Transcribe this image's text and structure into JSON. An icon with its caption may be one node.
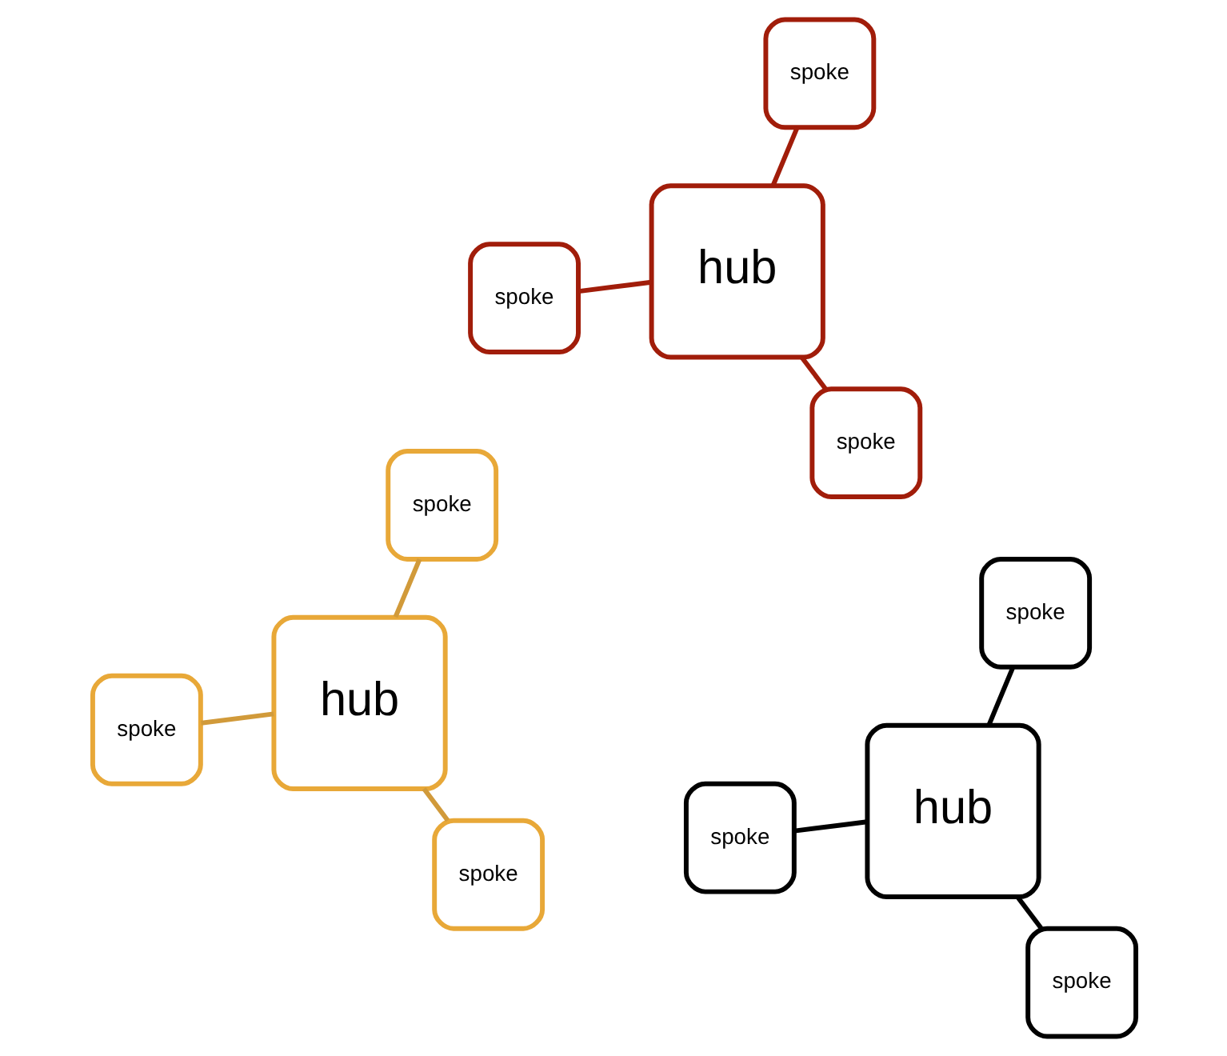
{
  "diagram": {
    "nodes": [
      {
        "text": [
          "spoke"
        ]
      },
      {
        "text": [
          "spoke"
        ]
      },
      {
        "text": [
          "hub"
        ]
      },
      {
        "text": [
          "spoke"
        ]
      },
      {
        "text": [
          "hub"
        ]
      },
      {
        "text": [
          "spoke"
        ]
      },
      {
        "text": [
          "spoke"
        ]
      },
      {
        "text": [
          "spoke"
        ]
      },
      {
        "text": [
          "spoke"
        ]
      },
      {
        "text": [
          "hub"
        ]
      },
      {
        "text": [
          "spoke"
        ]
      },
      {
        "text": [
          "spoke"
        ]
      }
    ],
    "edges": [
      {
        "from": 2,
        "to": 0,
        "arrow": "none",
        "color": "#d19a3a"
      },
      {
        "from": 2,
        "to": 5,
        "arrow": "none",
        "color": "#d19a3a"
      },
      {
        "from": 2,
        "to": 7,
        "arrow": "none",
        "color": "#d19a3a"
      },
      {
        "from": 4,
        "to": 1,
        "arrow": "none",
        "color": "#a11d0a"
      },
      {
        "from": 4,
        "to": 6,
        "arrow": "none",
        "color": "#a11d0a"
      },
      {
        "from": 4,
        "to": 8,
        "arrow": "none",
        "color": "#a11d0a"
      },
      {
        "from": 9,
        "to": 3,
        "arrow": "none",
        "color": "#000000"
      },
      {
        "from": 9,
        "to": 10,
        "arrow": "none",
        "color": "#000000"
      },
      {
        "from": 9,
        "to": 11,
        "arrow": "none",
        "color": "#000000"
      }
    ]
  }
}
